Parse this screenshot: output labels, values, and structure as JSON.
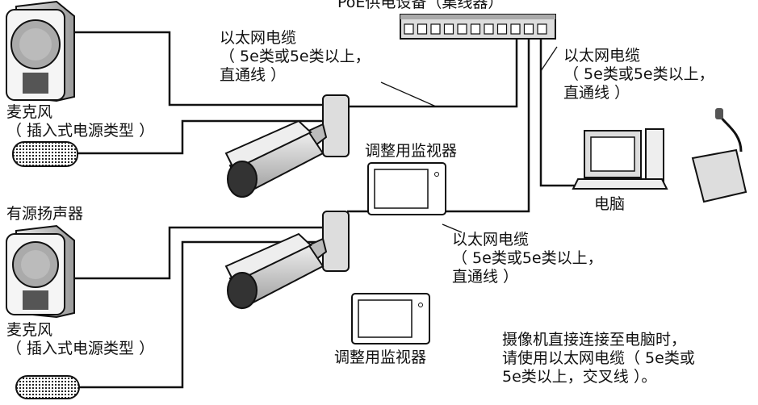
{
  "hub": {
    "label": "PoE供电设备（集线器）"
  },
  "cables": {
    "top": [
      "以太网电缆",
      "（ 5e类或5e类以上，",
      "直通线 ）"
    ],
    "right": [
      "以太网电缆",
      "（ 5e类或5e类以上，",
      "直通线 ）"
    ],
    "middle": [
      "以太网电缆",
      "（ 5e类或5e类以上，",
      "直通线 ）"
    ]
  },
  "devices": {
    "mic_top": [
      "麦克风",
      "（ 插入式电源类型 ）"
    ],
    "speaker_label": "有源扬声器",
    "mic_bottom": [
      "麦克风",
      "（ 插入式电源类型 ）"
    ],
    "monitor_top": "调整用监视器",
    "monitor_bottom": "调整用监视器",
    "pc": "电脑"
  },
  "note": [
    "摄像机直接连接至电脑时，",
    "请使用以太网电缆（ 5e类或",
    "5e类以上，交叉线 ）。"
  ]
}
